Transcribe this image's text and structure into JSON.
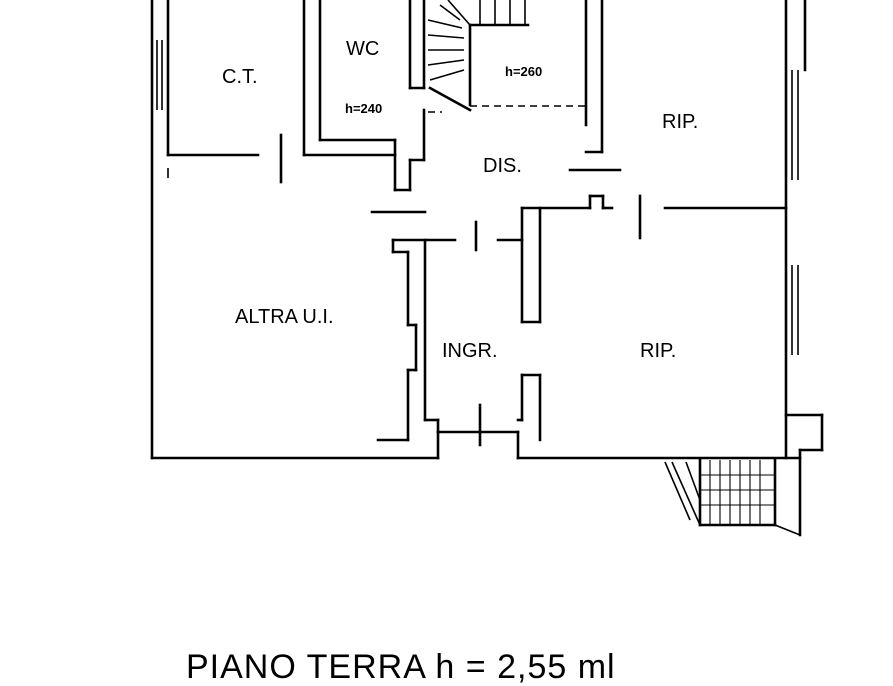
{
  "plan": {
    "rooms": {
      "ct": "C.T.",
      "wc": "WC",
      "wc_height": "h=240",
      "stair_height": "h=260",
      "rip_upper": "RIP.",
      "dis": "DIS.",
      "altra": "ALTRA U.I.",
      "ingr": "INGR.",
      "rip_lower": "RIP."
    },
    "footer": "PIANO TERRA    h = 2,55 ml"
  }
}
